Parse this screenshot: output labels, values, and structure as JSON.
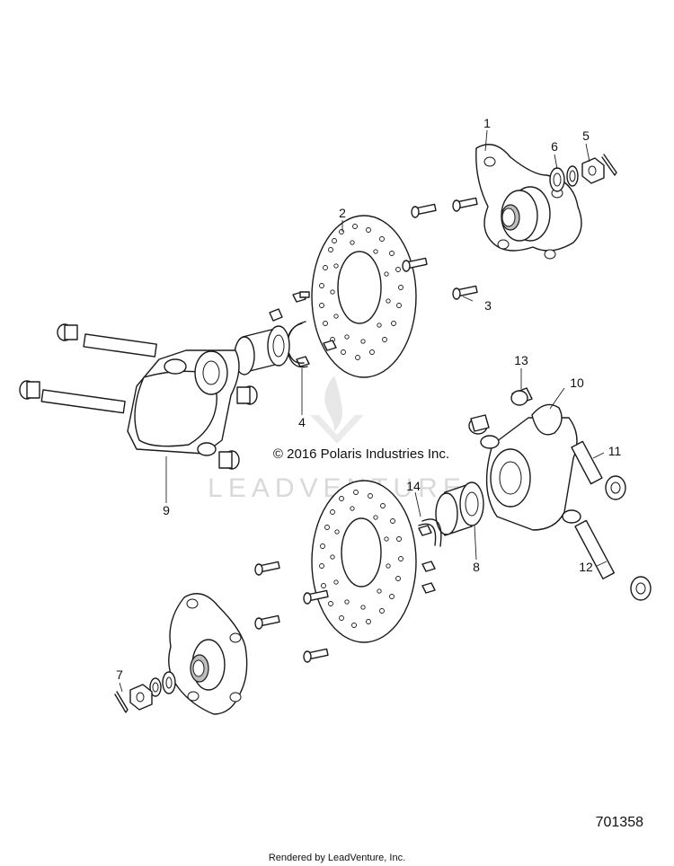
{
  "copyright": "© 2016 Polaris Industries Inc.",
  "watermark": "LEADVENTURE",
  "doc_number": "701358",
  "footer": "Rendered by LeadVenture, Inc.",
  "callouts": [
    "1",
    "2",
    "3",
    "4",
    "5",
    "6",
    "7",
    "8",
    "9",
    "10",
    "11",
    "12",
    "13",
    "14"
  ]
}
